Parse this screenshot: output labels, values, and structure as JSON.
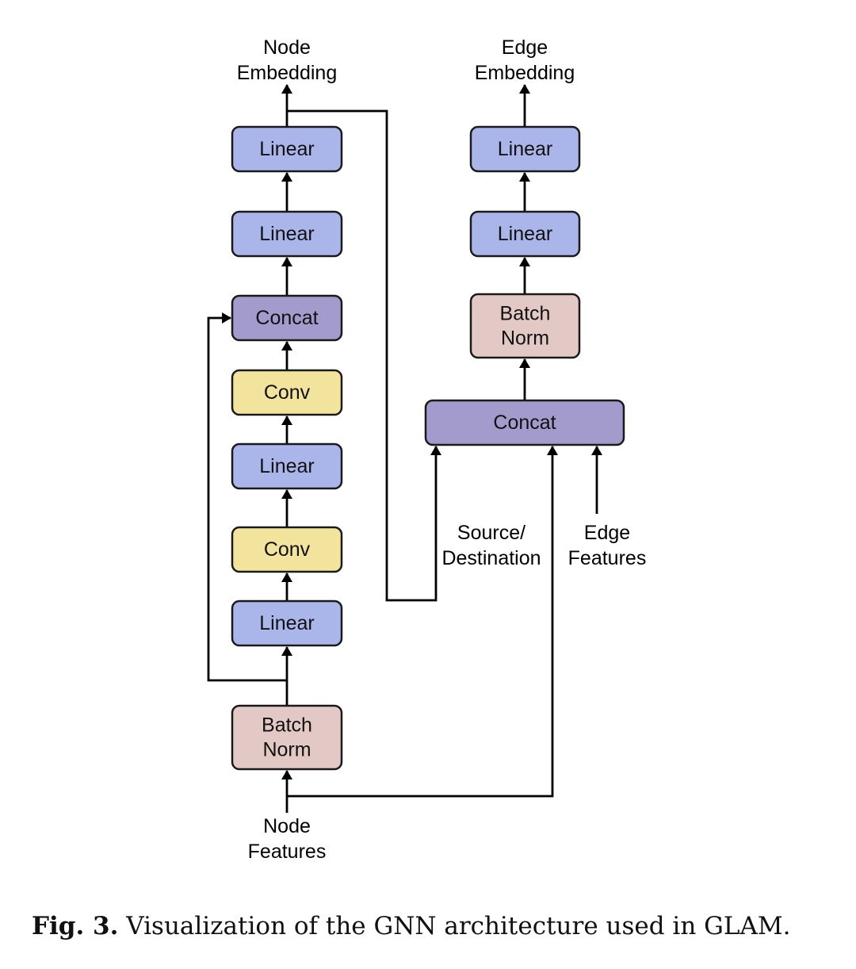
{
  "colors": {
    "linear": "#aab6ea",
    "concat": "#a39bcb",
    "conv": "#f2e49c",
    "batch_norm": "#e2c9c6",
    "stroke": "#1a1a1a",
    "line": "#000000"
  },
  "node_branch": {
    "input_label": [
      "Node",
      "Features"
    ],
    "output_label": [
      "Node",
      "Embedding"
    ],
    "blocks": [
      {
        "id": "node-batch-norm",
        "label": [
          "Batch",
          "Norm"
        ],
        "kind": "batch_norm"
      },
      {
        "id": "node-linear-1",
        "label": [
          "Linear"
        ],
        "kind": "linear"
      },
      {
        "id": "node-conv-1",
        "label": [
          "Conv"
        ],
        "kind": "conv"
      },
      {
        "id": "node-linear-2",
        "label": [
          "Linear"
        ],
        "kind": "linear"
      },
      {
        "id": "node-conv-2",
        "label": [
          "Conv"
        ],
        "kind": "conv"
      },
      {
        "id": "node-concat",
        "label": [
          "Concat"
        ],
        "kind": "concat"
      },
      {
        "id": "node-linear-3",
        "label": [
          "Linear"
        ],
        "kind": "linear"
      },
      {
        "id": "node-linear-4",
        "label": [
          "Linear"
        ],
        "kind": "linear"
      }
    ]
  },
  "edge_branch": {
    "inputs": [
      {
        "id": "source-destination",
        "label": [
          "Source/",
          "Destination"
        ]
      },
      {
        "id": "edge-features",
        "label": [
          "Edge",
          "Features"
        ]
      }
    ],
    "output_label": [
      "Edge",
      "Embedding"
    ],
    "blocks": [
      {
        "id": "edge-concat",
        "label": [
          "Concat"
        ],
        "kind": "concat"
      },
      {
        "id": "edge-batch-norm",
        "label": [
          "Batch",
          "Norm"
        ],
        "kind": "batch_norm"
      },
      {
        "id": "edge-linear-1",
        "label": [
          "Linear"
        ],
        "kind": "linear"
      },
      {
        "id": "edge-linear-2",
        "label": [
          "Linear"
        ],
        "kind": "linear"
      }
    ]
  },
  "caption": {
    "prefix": "Fig. 3.",
    "text": " Visualization of the GNN architecture used in GLAM."
  }
}
